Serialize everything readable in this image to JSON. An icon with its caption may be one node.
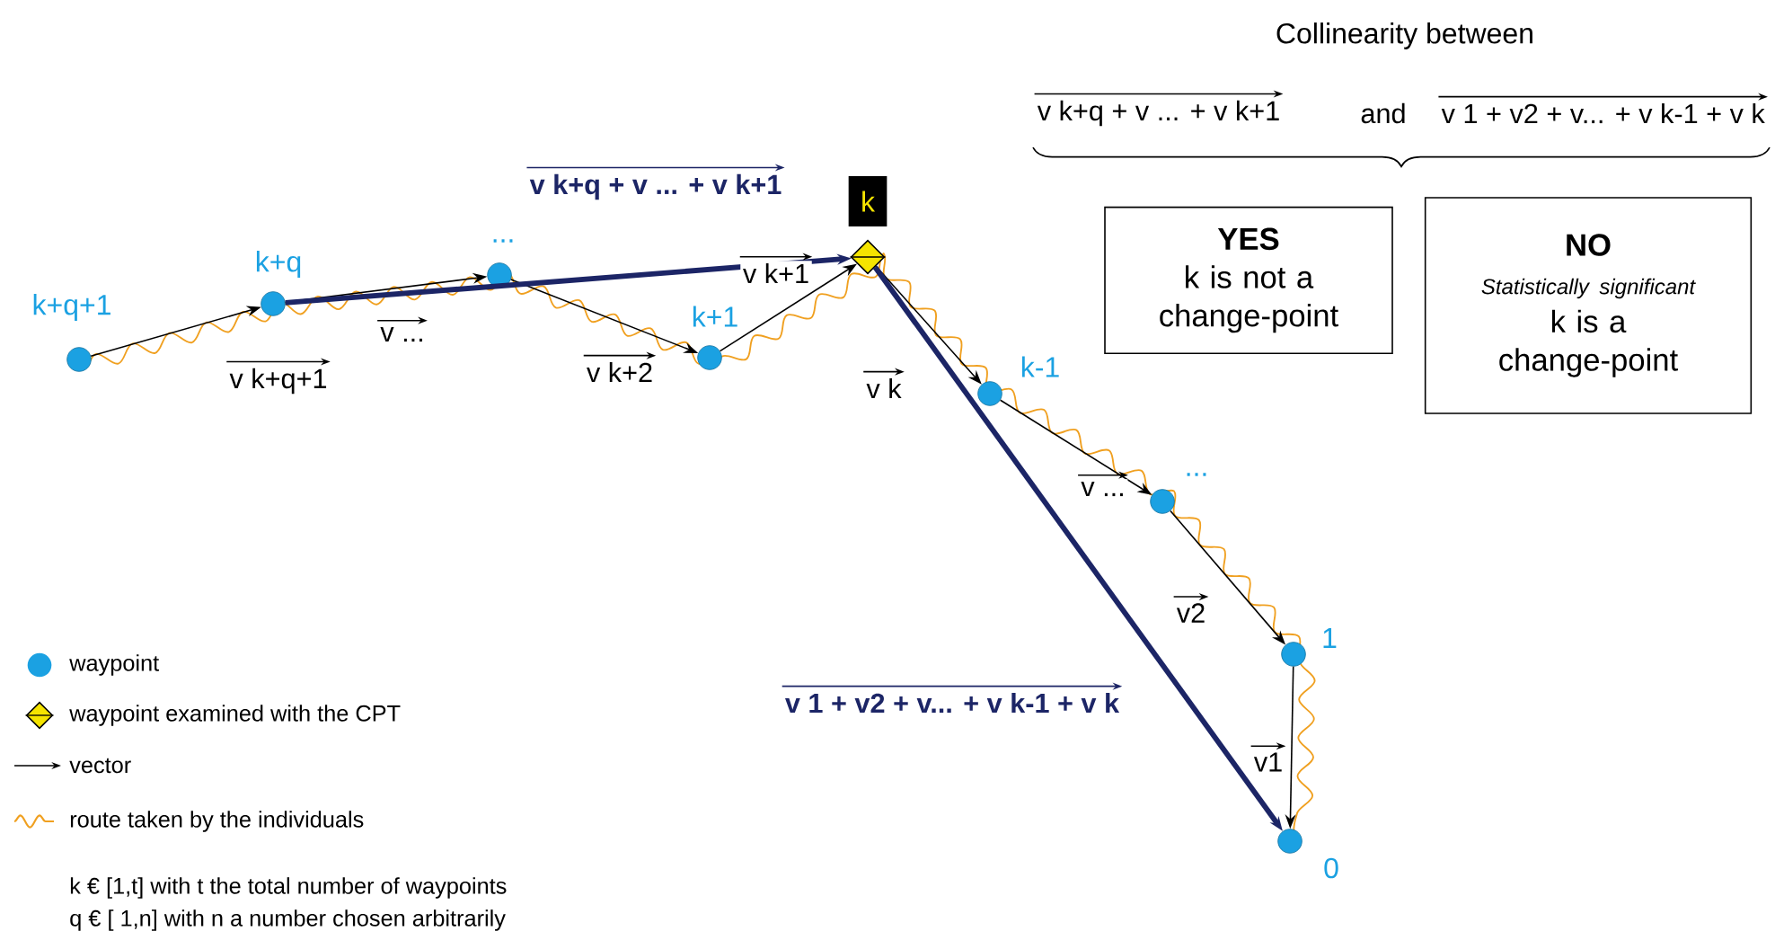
{
  "diagram": {
    "title": "Collinearity between",
    "nodes": [
      {
        "text": [],
        "shape": "circle",
        "beside": [
          "k+q+1"
        ]
      },
      {
        "text": [],
        "shape": "circle",
        "beside": [
          "k+q"
        ]
      },
      {
        "text": [],
        "shape": "circle",
        "beside": [
          "..."
        ]
      },
      {
        "text": [],
        "shape": "circle",
        "beside": [
          "k+1"
        ]
      },
      {
        "text": [],
        "shape": "diamond",
        "beside": [
          "k"
        ]
      },
      {
        "text": [],
        "shape": "circle",
        "beside": [
          "k-1"
        ]
      },
      {
        "text": [],
        "shape": "circle",
        "beside": [
          "..."
        ]
      },
      {
        "text": [],
        "shape": "circle",
        "beside": [
          "1"
        ]
      },
      {
        "text": [],
        "shape": "circle",
        "beside": [
          "0"
        ]
      },
      {
        "text": [
          "YES",
          "k is not a change-point"
        ]
      },
      {
        "text": [
          "NO",
          "Statistically significant",
          "k is a change-point"
        ]
      }
    ],
    "edges": [
      {
        "from": 0,
        "to": 1,
        "arrow": "to",
        "label": "v k+q+1"
      },
      {
        "from": 1,
        "to": 2,
        "arrow": "to",
        "label": "v ..."
      },
      {
        "from": 2,
        "to": 3,
        "arrow": "to",
        "label": "v k+2"
      },
      {
        "from": 3,
        "to": 4,
        "arrow": "to",
        "label": "v k+1"
      },
      {
        "from": 4,
        "to": 5,
        "arrow": "to",
        "label": "v k"
      },
      {
        "from": 5,
        "to": 6,
        "arrow": "to",
        "label": "v ..."
      },
      {
        "from": 6,
        "to": 7,
        "arrow": "to",
        "label": "v2"
      },
      {
        "from": 7,
        "to": 8,
        "arrow": "to",
        "label": "v1"
      },
      {
        "from": 1,
        "to": 4,
        "arrow": "to",
        "label": "v k+q + v ... + v k+1",
        "style": "thick",
        "color": "#1c2566"
      },
      {
        "from": 4,
        "to": 8,
        "arrow": "to",
        "label": "v 1 + v2 + v... + v k-1 + v k",
        "style": "thick",
        "color": "#1c2566"
      }
    ],
    "labels": [
      "v k+q + v ... + v k+1",
      "and",
      "v 1 + v2 + v... + v k-1 + v k",
      "k € [1,t] with t the total number of waypoints",
      "q € [ 1,n] with n a number chosen arbitrarily"
    ],
    "legend": [
      {
        "text": "waypoint"
      },
      {
        "text": "waypoint examined with the CPT"
      },
      {
        "text": "vector"
      },
      {
        "text": "route taken by the individuals"
      }
    ]
  }
}
